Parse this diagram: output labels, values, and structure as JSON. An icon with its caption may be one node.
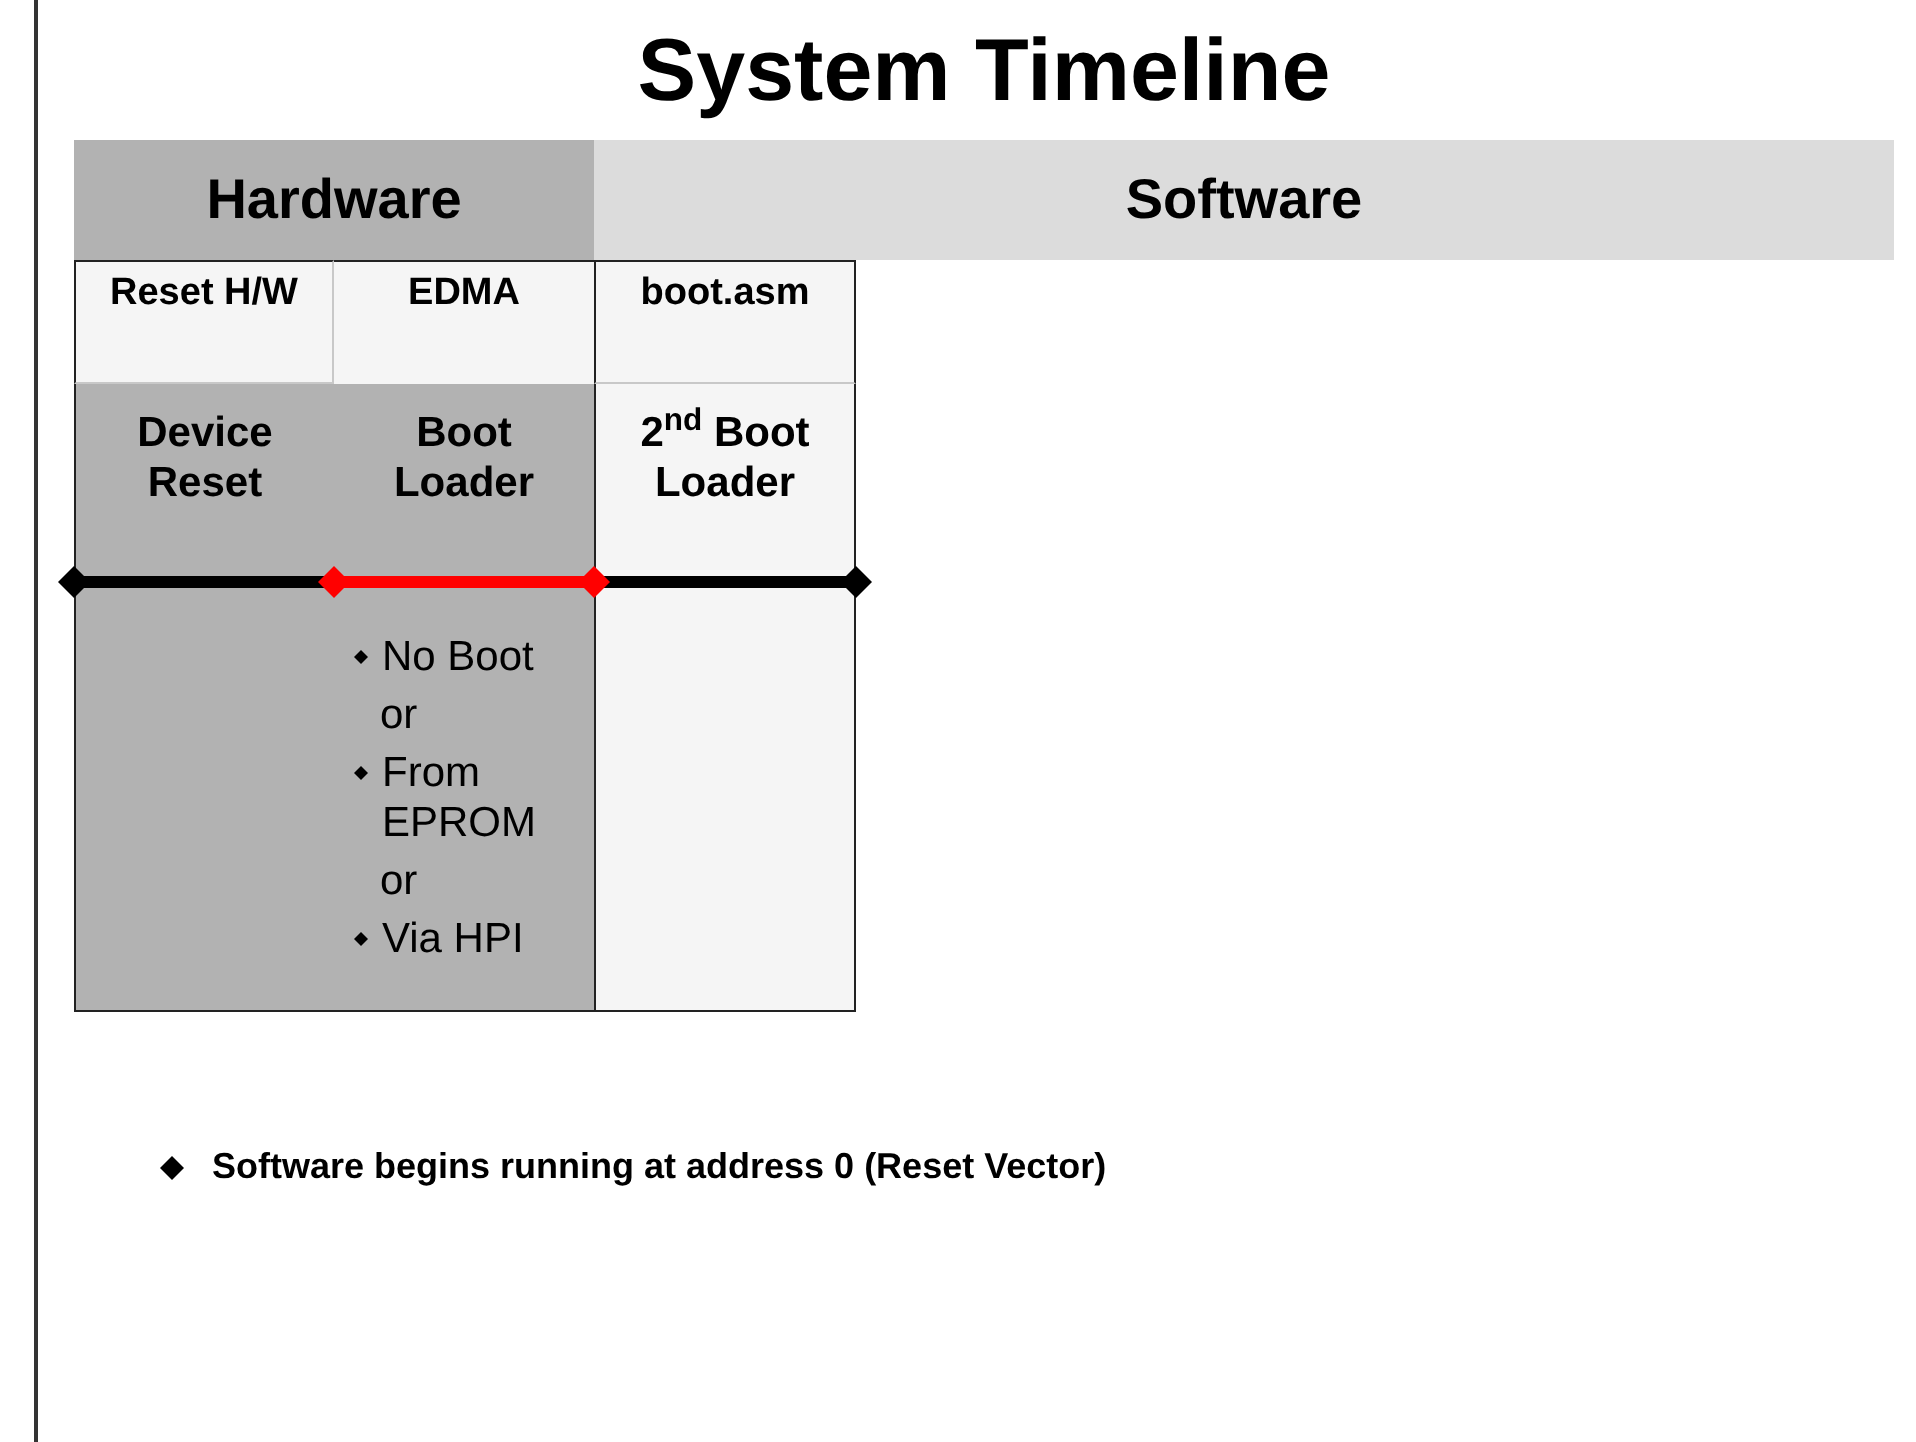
{
  "diagram": {
    "title": "System Timeline",
    "nodes": [
      {
        "text": [
          "Hardware"
        ]
      },
      {
        "text": [
          "Software"
        ]
      },
      {
        "text": [
          "Reset H/W"
        ]
      },
      {
        "text": [
          "EDMA"
        ]
      },
      {
        "text": [
          "boot.asm"
        ]
      },
      {
        "text": [
          "Device Reset"
        ]
      },
      {
        "text": [
          "Boot Loader",
          "No Boot",
          "or",
          "From EPROM",
          "or",
          "Via HPI"
        ]
      },
      {
        "text": [
          "2$^{nd}$ Boot Loader"
        ]
      }
    ],
    "edges": [],
    "labels": [
      "Software begins running at address 0 (Reset Vector)"
    ]
  }
}
